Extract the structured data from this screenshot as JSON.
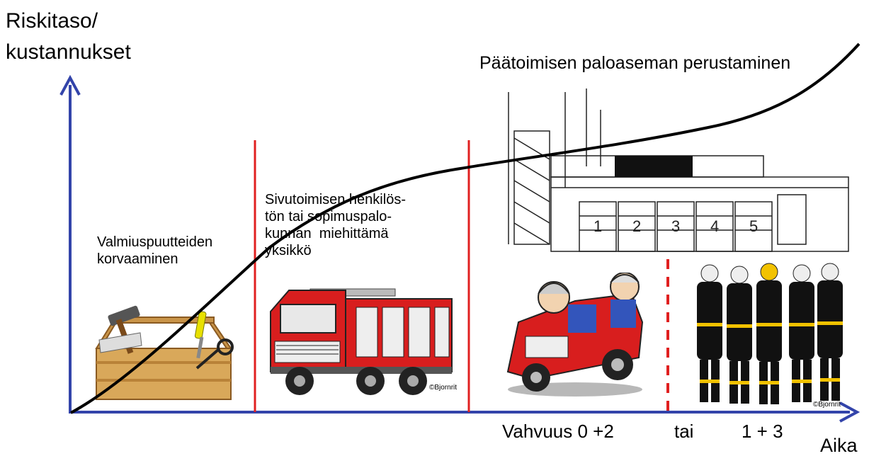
{
  "y_axis_label": [
    "Riskitaso/",
    "kustannukset"
  ],
  "x_axis_label": "Aika",
  "top_label": "Päätoimisen paloaseman perustaminen",
  "stage_1_lines": [
    "Valmiuspuutteiden",
    "korvaaminen"
  ],
  "stage_2_lines": [
    "Sivutoimisen henkilös-",
    "tön tai sopimuspalo-",
    "kunnan  miehittämä",
    "yksikkö"
  ],
  "x_labels": {
    "strength": "Vahvuus 0 +2",
    "or": "tai",
    "crew": "1 + 3"
  },
  "station_bay_numbers": [
    "1",
    "2",
    "3",
    "4",
    "5"
  ],
  "credits": [
    "©Bjornrit",
    "©Bjornrit"
  ],
  "colors": {
    "axis": "#3344aa",
    "divider": "#e02020",
    "curve": "#000000",
    "truck_red": "#d81e1e",
    "ff_yellow": "#f2c200"
  },
  "icons": [
    "toolbox-icon",
    "fire-truck-icon",
    "cartoon-fire-car-icon",
    "fire-station-drawing-icon",
    "firefighters-group-icon"
  ]
}
